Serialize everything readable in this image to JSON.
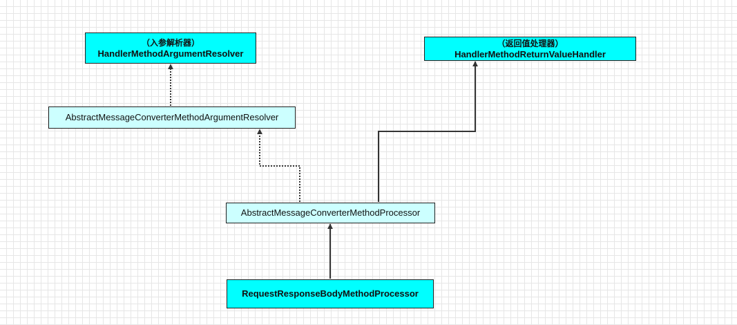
{
  "colors": {
    "interface_fill": "#00ffff",
    "abstract_fill": "#ccffff",
    "concrete_fill": "#00ffff",
    "border": "#1f1f1f",
    "connector": "#333333",
    "grid": "#e6e6e6"
  },
  "nodes": {
    "resolver_interface": {
      "subtitle": "（入参解析器）",
      "title": "HandlerMethodArgumentResolver"
    },
    "handler_interface": {
      "subtitle": "（返回值处理器）",
      "title": "HandlerMethodReturnValueHandler"
    },
    "abstract_resolver": {
      "title": "AbstractMessageConverterMethodArgumentResolver"
    },
    "abstract_processor": {
      "title": "AbstractMessageConverterMethodProcessor"
    },
    "concrete_processor": {
      "title": "RequestResponseBodyMethodProcessor"
    }
  },
  "edges": [
    {
      "from": "abstract_resolver",
      "to": "resolver_interface",
      "style": "dotted"
    },
    {
      "from": "abstract_processor",
      "to": "abstract_resolver",
      "style": "dotted"
    },
    {
      "from": "abstract_processor",
      "to": "handler_interface",
      "style": "solid"
    },
    {
      "from": "concrete_processor",
      "to": "abstract_processor",
      "style": "solid"
    }
  ]
}
